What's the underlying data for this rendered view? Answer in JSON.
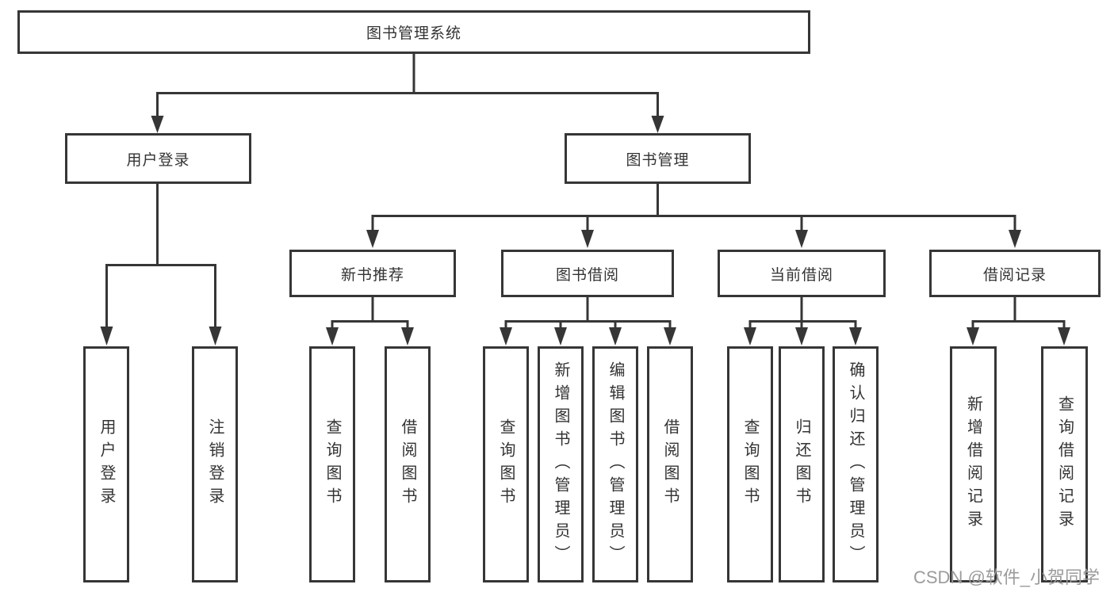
{
  "diagram": {
    "title": "图书管理系统",
    "branches": [
      {
        "label": "用户登录",
        "children": [
          {
            "label": "用户登录"
          },
          {
            "label": "注销登录"
          }
        ]
      },
      {
        "label": "图书管理",
        "groups": [
          {
            "label": "新书推荐",
            "children": [
              {
                "label": "查询图书"
              },
              {
                "label": "借阅图书"
              }
            ]
          },
          {
            "label": "图书借阅",
            "children": [
              {
                "label": "查询图书"
              },
              {
                "label": "新增图书（管理员）"
              },
              {
                "label": "编辑图书（管理员）"
              },
              {
                "label": "借阅图书"
              }
            ]
          },
          {
            "label": "当前借阅",
            "children": [
              {
                "label": "查询图书"
              },
              {
                "label": "归还图书"
              },
              {
                "label": "确认归还（管理员）"
              }
            ]
          },
          {
            "label": "借阅记录",
            "children": [
              {
                "label": "新增借阅记录"
              },
              {
                "label": "查询借阅记录"
              }
            ]
          }
        ]
      }
    ]
  },
  "watermark": {
    "text": "CSDN @软件_小贺同学"
  },
  "colors": {
    "line": "#363636",
    "text": "#333333",
    "background": "#ffffff",
    "watermark": "#9b9b9b"
  }
}
